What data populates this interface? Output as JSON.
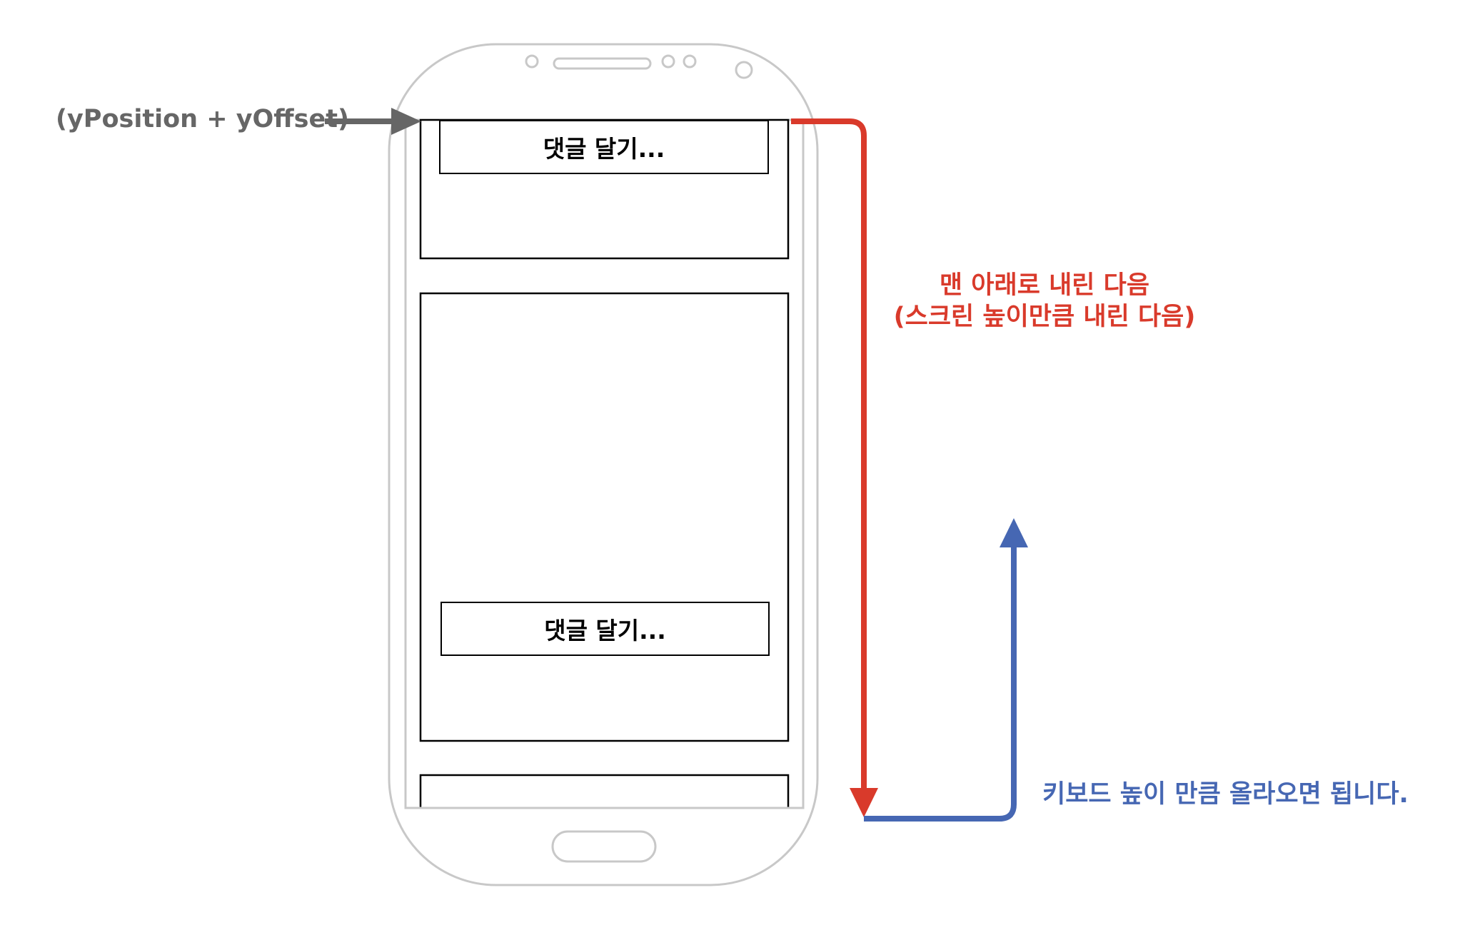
{
  "labels": {
    "position_caption": "(yPosition + yOffset)",
    "scroll_caption_line1": "맨 아래로 내린 다음",
    "scroll_caption_line2": "(스크린 높이만큼 내린 다음)",
    "keyboard_caption": "키보드 높이 만큼 올라오면 됩니다."
  },
  "cells": {
    "comment_top": "댓글 달기...",
    "comment_bottom": "댓글 달기..."
  },
  "colors": {
    "phone_outline": "#c8c8c8",
    "position_arrow": "#666666",
    "scroll_arrow": "#d93a2b",
    "keyboard_arrow": "#4667b3",
    "cell_border": "#000000"
  }
}
